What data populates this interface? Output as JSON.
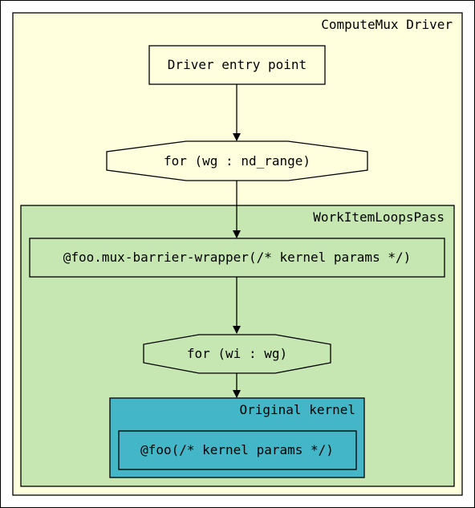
{
  "clusters": {
    "outer": {
      "label": "ComputeMux Driver",
      "fill": "#ffffdd"
    },
    "middle": {
      "label": "WorkItemLoopsPass",
      "fill": "#c6e6b2"
    },
    "inner": {
      "label": "Original kernel",
      "fill": "#43b6c8"
    }
  },
  "nodes": {
    "entry": "Driver entry point",
    "wg_loop": "for (wg : nd_range)",
    "wrapper": "@foo.mux-barrier-wrapper(/* kernel params */)",
    "wi_loop": "for (wi : wg)",
    "kernel": "@foo(/* kernel params */)"
  },
  "edges": [
    [
      "entry",
      "wg_loop"
    ],
    [
      "wg_loop",
      "wrapper"
    ],
    [
      "wrapper",
      "wi_loop"
    ],
    [
      "wi_loop",
      "kernel"
    ]
  ]
}
